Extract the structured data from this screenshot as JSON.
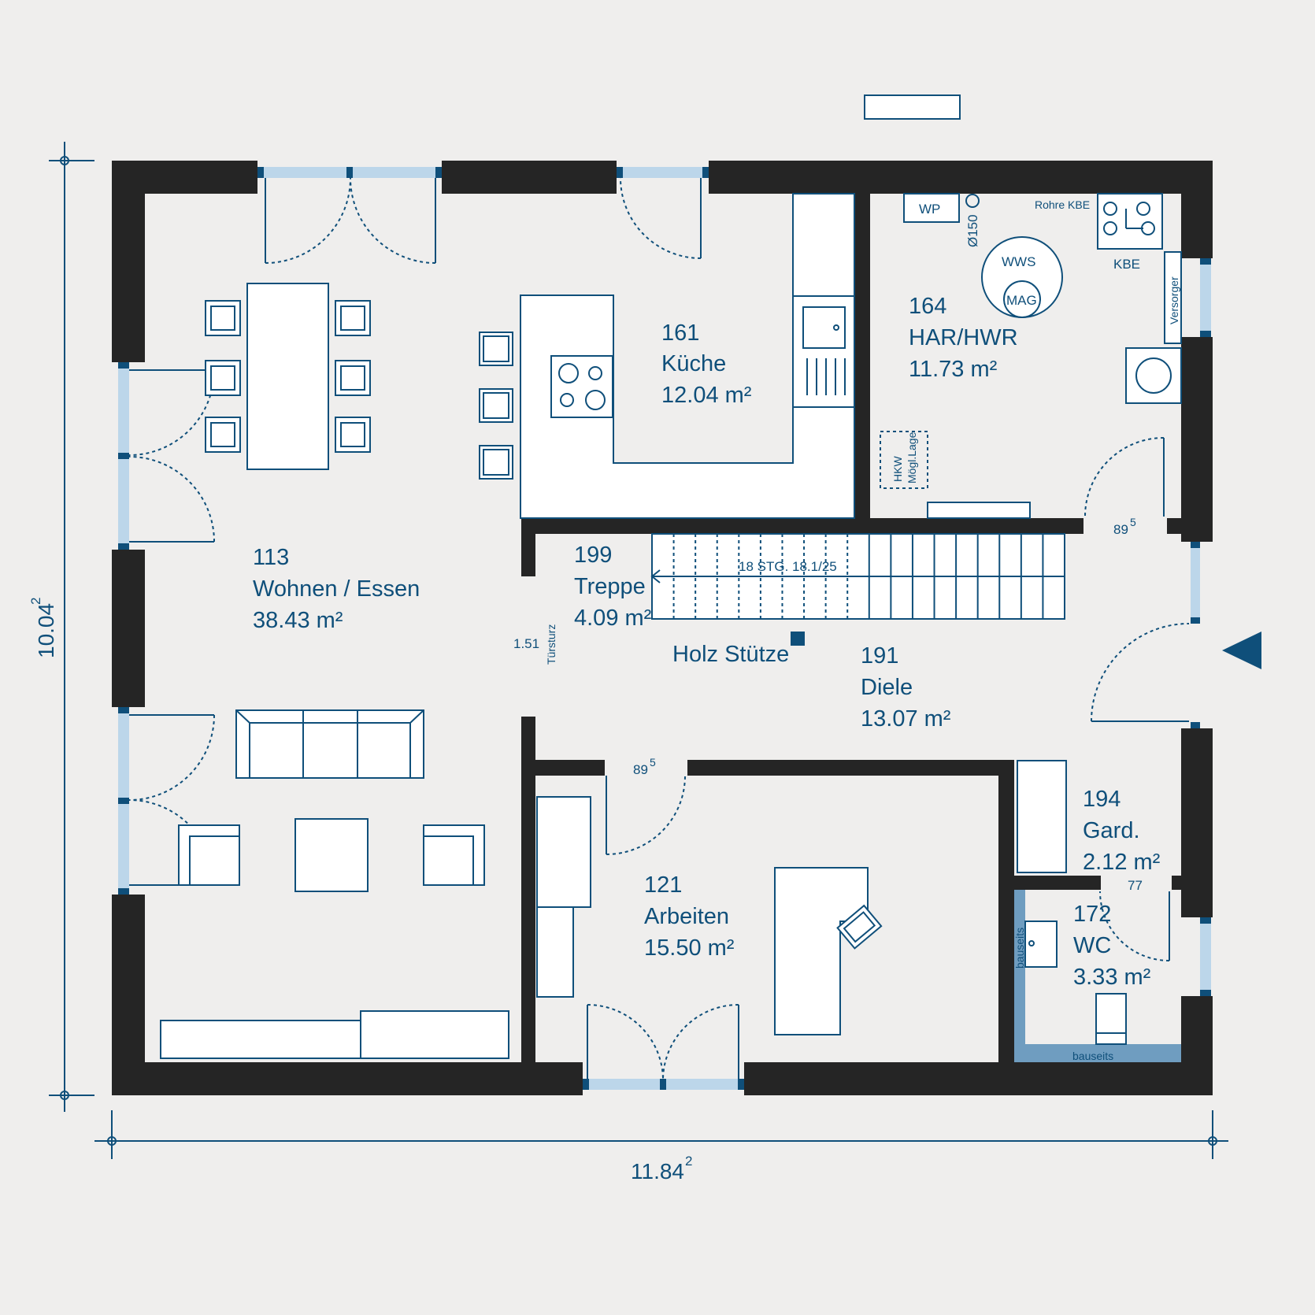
{
  "rooms": {
    "wohnen": {
      "number": "113",
      "name": "Wohnen / Essen",
      "area": "38.43 m²"
    },
    "kueche": {
      "number": "161",
      "name": "Küche",
      "area": "12.04 m²"
    },
    "har": {
      "number": "164",
      "name": "HAR/HWR",
      "area": "11.73 m²"
    },
    "treppe": {
      "number": "199",
      "name": "Treppe",
      "area": "4.09 m²"
    },
    "diele": {
      "number": "191",
      "name": "Diele",
      "area": "13.07 m²"
    },
    "arbeiten": {
      "number": "121",
      "name": "Arbeiten",
      "area": "15.50 m²"
    },
    "gard": {
      "number": "194",
      "name": "Gard.",
      "area": "2.12 m²"
    },
    "wc": {
      "number": "172",
      "name": "WC",
      "area": "3.33 m²"
    }
  },
  "labels": {
    "wp": "WP",
    "d150": "Ø150",
    "rohre_kbe": "Rohre KBE",
    "kbe": "KBE",
    "wws": "WWS",
    "mag": "MAG",
    "versorger": "Versorger",
    "hkw1": "HKW",
    "hkw2": "Mögl.Lage",
    "stairs": "18 STG. 18.1/25",
    "holz": "Holz Stütze",
    "tuersturz": "Türsturz",
    "tuersturz_val": "1.51",
    "door_89a": "89",
    "door_89b": "89",
    "door_sup": "5",
    "door_77": "77",
    "bauseits_v": "bauseits",
    "bauseits_h": "bauseits"
  },
  "dimensions": {
    "width": "11.84",
    "height": "10.04",
    "sup": "2"
  },
  "colors": {
    "wall": "#252525",
    "line": "#0f4f7a",
    "glass": "#bcd6ea",
    "background": "#efeeed",
    "bauseits": "#6f9dc0"
  }
}
